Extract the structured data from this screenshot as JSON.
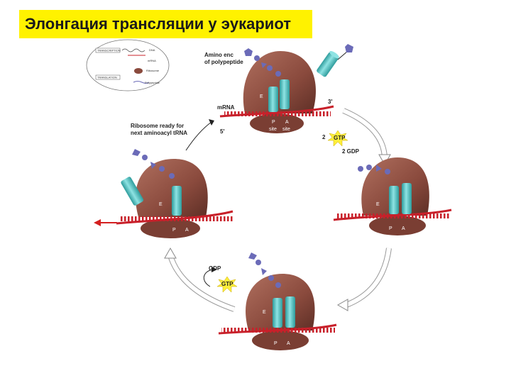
{
  "title": "Элонгация трансляции у эукариот",
  "inset": {
    "transcription": "TRANSCRIPTION",
    "translation": "TRANSLATION",
    "dna": "DNA",
    "mrna": "mRNA",
    "ribosome": "Ribosome",
    "polypeptide": "Polypeptide"
  },
  "labels": {
    "amino_end_1": "Amino enc",
    "amino_end_2": "of polypeptide",
    "mrna": "mRNA",
    "three_prime": "3'",
    "five_prime": "5'",
    "ready_1": "Ribosome ready for",
    "ready_2": "next aminoacyl tRNA",
    "gtp_top": "GTP",
    "two_prefix": "2",
    "two_gdp": "2 GDP",
    "gdp_bottom": "GDP",
    "gtp_bottom": "GTP"
  },
  "sites": {
    "e": "E",
    "p": "P",
    "a": "A",
    "site": "site"
  },
  "colors": {
    "title_bg": "#fff200",
    "ribosome": "#8a4a3d",
    "trna": "#4fc1c1",
    "mrna": "#c8202a",
    "amino_acid": "#6b6bb8",
    "gtp": "#ffef3a"
  }
}
